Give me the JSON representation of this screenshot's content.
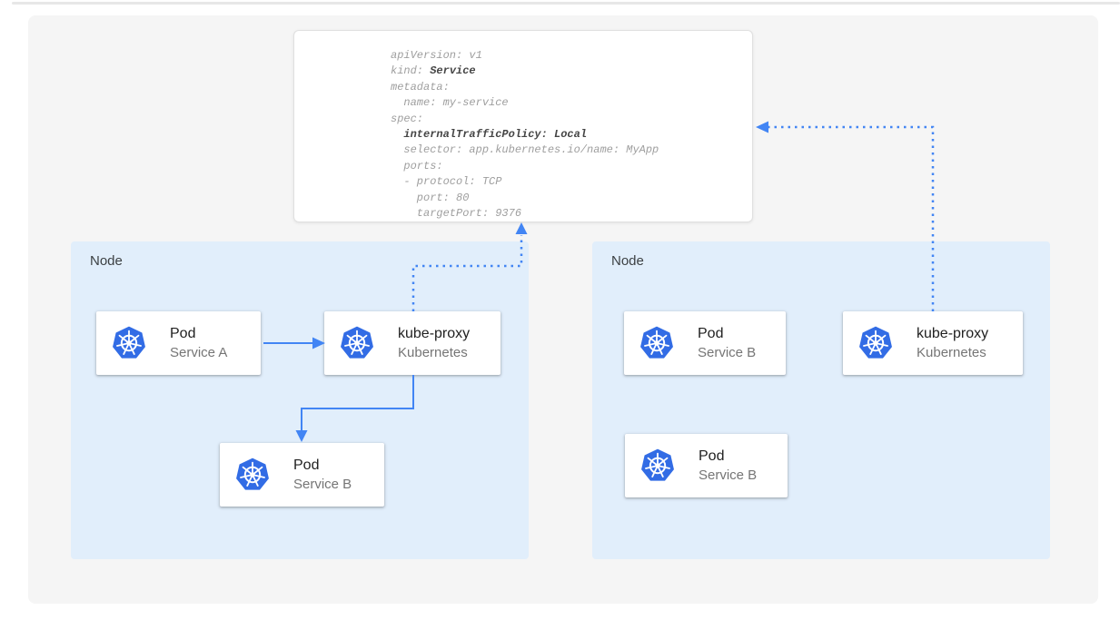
{
  "colors": {
    "accent": "#4285f4",
    "k8s-blue": "#326ce5",
    "node-bg": "#e1eefb",
    "canvas-bg": "#f5f5f5",
    "code-regular": "#9e9e9e",
    "code-bold": "#454545",
    "title-color": "#212121",
    "sub-color": "#757575"
  },
  "yaml": {
    "lines": [
      {
        "pre": "apiVersion: v1",
        "bold": ""
      },
      {
        "pre": "kind: ",
        "bold": "Service"
      },
      {
        "pre": "metadata:",
        "bold": ""
      },
      {
        "pre": "  name: my-service",
        "bold": ""
      },
      {
        "pre": "spec:",
        "bold": ""
      },
      {
        "pre": "  ",
        "bold": "internalTrafficPolicy: Local"
      },
      {
        "pre": "  selector: app.kubernetes.io/name: MyApp",
        "bold": ""
      },
      {
        "pre": "  ports:",
        "bold": ""
      },
      {
        "pre": "  - protocol: TCP",
        "bold": ""
      },
      {
        "pre": "    port: 80",
        "bold": ""
      },
      {
        "pre": "    targetPort: 9376",
        "bold": ""
      }
    ]
  },
  "nodes": [
    {
      "label": "Node",
      "cards": [
        {
          "title": "Pod",
          "subtitle": "Service A",
          "icon": "kubernetes-logo"
        },
        {
          "title": "kube-proxy",
          "subtitle": "Kubernetes",
          "icon": "kubernetes-logo"
        },
        {
          "title": "Pod",
          "subtitle": "Service B",
          "icon": "kubernetes-logo"
        }
      ]
    },
    {
      "label": "Node",
      "cards": [
        {
          "title": "Pod",
          "subtitle": "Service B",
          "icon": "kubernetes-logo"
        },
        {
          "title": "kube-proxy",
          "subtitle": "Kubernetes",
          "icon": "kubernetes-logo"
        },
        {
          "title": "Pod",
          "subtitle": "Service B",
          "icon": "kubernetes-logo"
        }
      ]
    }
  ],
  "arrows": [
    {
      "name": "pod-service-a-to-kube-proxy",
      "style": "solid"
    },
    {
      "name": "kube-proxy-to-pod-service-b",
      "style": "solid"
    },
    {
      "name": "kube-proxy-left-to-service-yaml",
      "style": "dotted"
    },
    {
      "name": "service-yaml-to-kube-proxy-right",
      "style": "dotted"
    }
  ]
}
